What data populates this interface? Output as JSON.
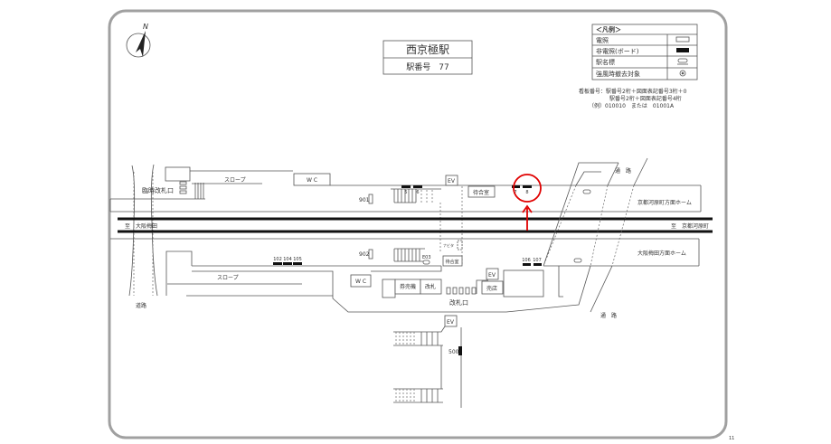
{
  "station": {
    "name": "西京極駅",
    "number_label": "駅番号　77"
  },
  "north": "N",
  "legend": {
    "title": "＜凡例＞",
    "items": [
      {
        "label": "電照",
        "symbol": "white-rect"
      },
      {
        "label": "非電照(ボード)",
        "symbol": "black-rect"
      },
      {
        "label": "駅名標",
        "symbol": "sign-oval"
      },
      {
        "label": "強風時撤去対象",
        "symbol": "double-circle"
      }
    ]
  },
  "notes": [
    "看板番号：駅番号2桁＋図面表記番号3桁＋0",
    "駅番号2桁＋図面表記番号4桁",
    "（例）010010　または　01001A"
  ],
  "directions": {
    "west": "至　大阪梅田",
    "east": "至　京都河原町"
  },
  "platforms": {
    "upper": "京都河原町方面ホーム",
    "lower": "大阪梅田方面ホーム"
  },
  "facilities": {
    "temp_gate": "臨時改札口",
    "slope_upper": "スロープ",
    "slope_lower": "スロープ",
    "wc_upper": "W C",
    "wc_lower": "W C",
    "ev_upper": "EV",
    "ev_lower": "EV",
    "ev_bottom": "EV",
    "waiting_upper": "待合室",
    "waiting_lower": "待合室",
    "navita": "ナビタ",
    "ticket_machine": "券売機",
    "gate": "改札",
    "gate_area": "改札口",
    "kiosk": "売店",
    "road_left": "道路",
    "road_top": "通　路",
    "road_bottom": "通　路"
  },
  "sign_numbers": {
    "n901": "901",
    "n902": "902",
    "n5": "5",
    "n6": "6",
    "n7": "7",
    "n8": "8",
    "n102": "102",
    "n104": "104",
    "n105": "105",
    "n106": "106",
    "n107": "107",
    "n500": "500",
    "e03": "E03"
  },
  "page_number": "11",
  "colors": {
    "highlight": "#e00000",
    "frame": "#999999"
  }
}
